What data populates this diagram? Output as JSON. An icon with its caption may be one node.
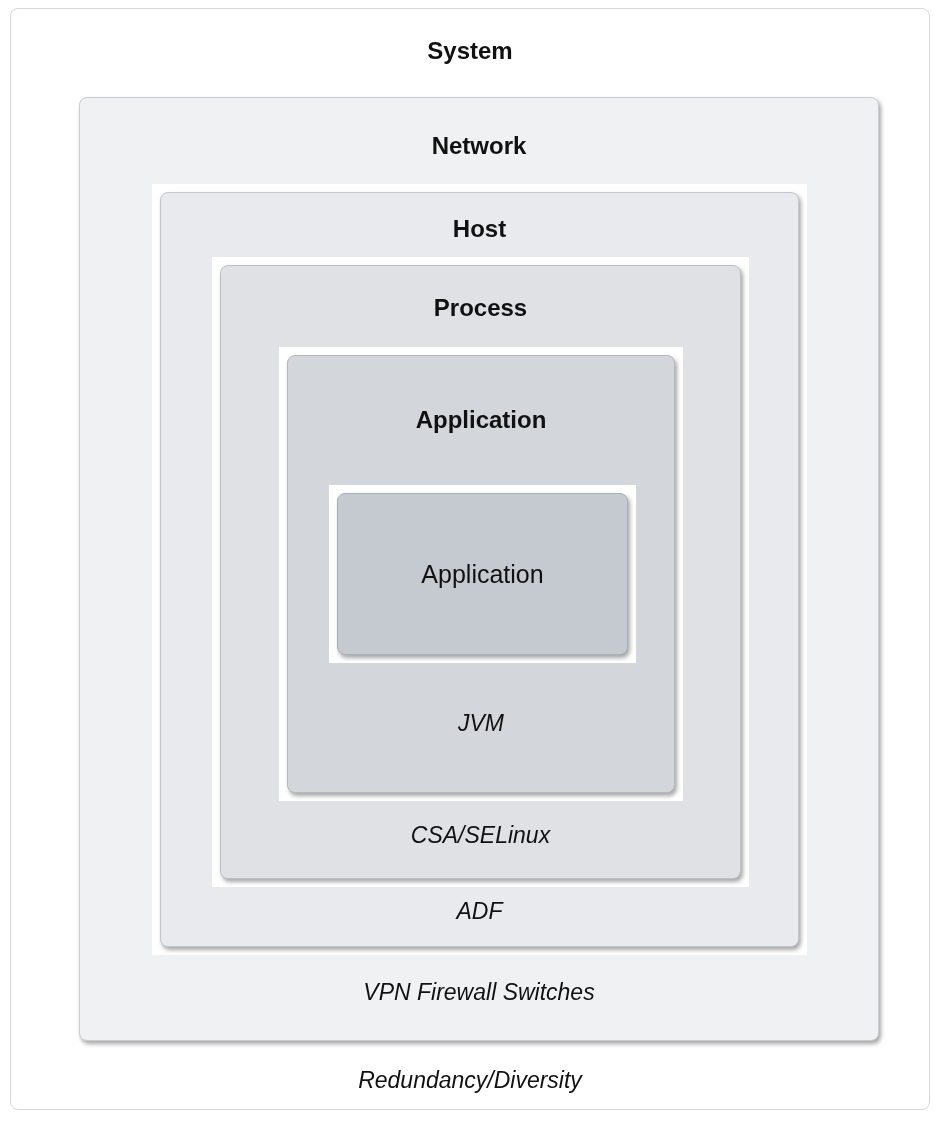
{
  "diagram": {
    "nodes": [
      {
        "text": [
          "System",
          "Redundancy/Diversity"
        ]
      },
      {
        "text": [
          "Network",
          "VPN Firewall Switches"
        ],
        "in": 0
      },
      {
        "text": [
          "Host",
          "ADF"
        ],
        "in": 1
      },
      {
        "text": [
          "Process",
          "CSA/SELinux"
        ],
        "in": 2
      },
      {
        "text": [
          "Application",
          "JVM"
        ],
        "in": 3
      },
      {
        "text": [
          "Application"
        ],
        "in": 4
      }
    ]
  }
}
